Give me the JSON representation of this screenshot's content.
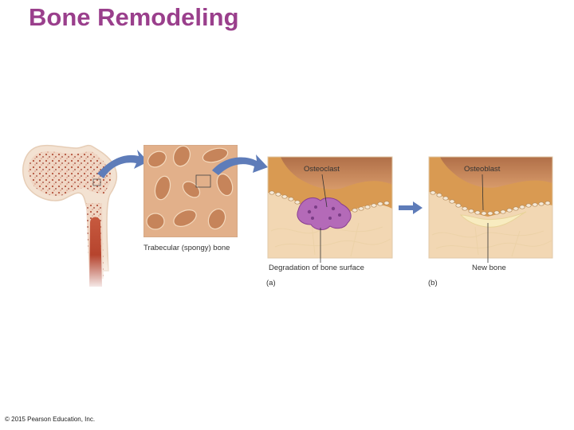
{
  "title": "Bone Remodeling",
  "labels": {
    "trabecular": "Trabecular (spongy) bone",
    "osteoclast": "Osteoclast",
    "osteoblast": "Osteoblast",
    "degradation": "Degradation of bone surface",
    "new_bone": "New bone",
    "panel_a": "(a)",
    "panel_b": "(b)"
  },
  "copyright": "© 2015 Pearson Education, Inc.",
  "colors": {
    "title": "#9a3f8c",
    "arrow": "#5e7cb9",
    "bone_outer": "#d9a65a",
    "bone_inner": "#f2d6b0",
    "marrow": "#b5392a",
    "osteoclast": "#b46ab8"
  }
}
